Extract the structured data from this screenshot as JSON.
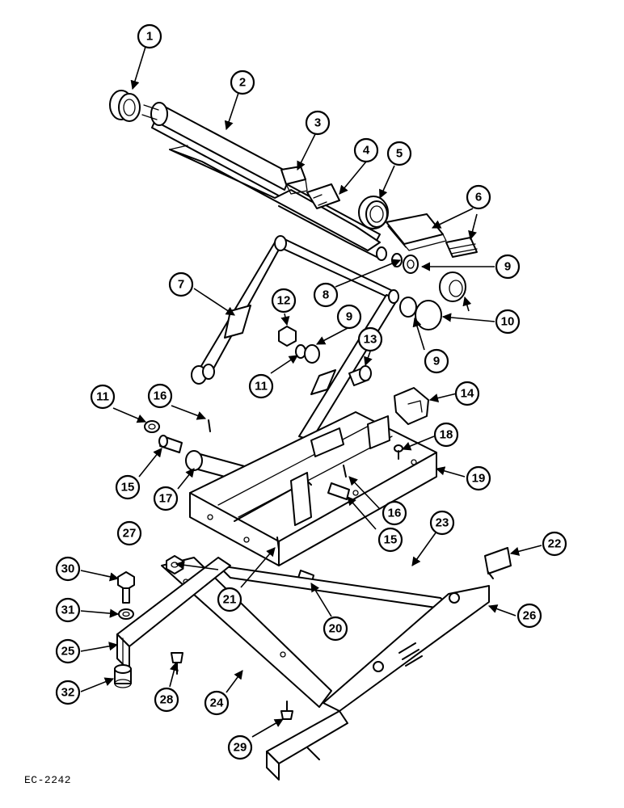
{
  "figure": {
    "reference_code": "EC-2242"
  },
  "callouts": [
    "1",
    "2",
    "3",
    "4",
    "5",
    "6",
    "7",
    "8",
    "9",
    "9",
    "9",
    "10",
    "11",
    "11",
    "12",
    "13",
    "14",
    "15",
    "15",
    "16",
    "16",
    "17",
    "18",
    "19",
    "20",
    "21",
    "22",
    "23",
    "24",
    "25",
    "26",
    "27",
    "28",
    "29",
    "30",
    "31",
    "32"
  ]
}
